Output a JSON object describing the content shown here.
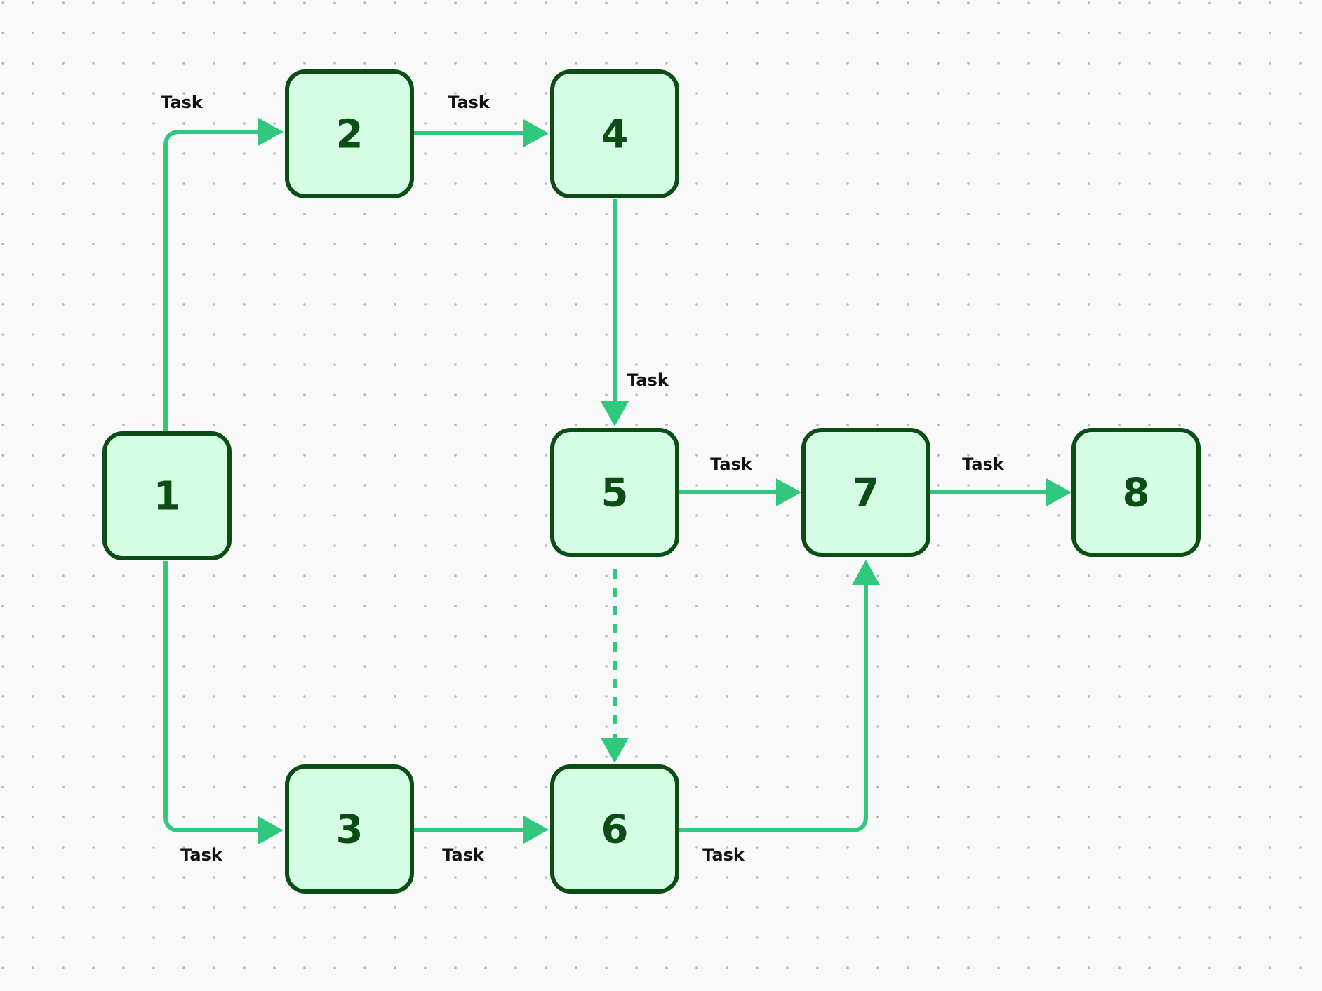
{
  "colors": {
    "background": "#f9f9f9",
    "grid_dot": "#b9b9b9",
    "node_fill": "#d4fde4",
    "node_border": "#0b4d14",
    "node_text": "#0b4d14",
    "edge": "#2fc87d",
    "label_text": "#111111"
  },
  "nodes": [
    {
      "id": "1",
      "label": "1"
    },
    {
      "id": "2",
      "label": "2"
    },
    {
      "id": "3",
      "label": "3"
    },
    {
      "id": "4",
      "label": "4"
    },
    {
      "id": "5",
      "label": "5"
    },
    {
      "id": "6",
      "label": "6"
    },
    {
      "id": "7",
      "label": "7"
    },
    {
      "id": "8",
      "label": "8"
    }
  ],
  "edges": [
    {
      "from": "1",
      "to": "2",
      "label": "Task",
      "style": "solid"
    },
    {
      "from": "1",
      "to": "3",
      "label": "Task",
      "style": "solid"
    },
    {
      "from": "2",
      "to": "4",
      "label": "Task",
      "style": "solid"
    },
    {
      "from": "4",
      "to": "5",
      "label": "Task",
      "style": "solid"
    },
    {
      "from": "3",
      "to": "6",
      "label": "Task",
      "style": "solid"
    },
    {
      "from": "5",
      "to": "7",
      "label": "Task",
      "style": "solid"
    },
    {
      "from": "5",
      "to": "6",
      "label": "",
      "style": "dashed"
    },
    {
      "from": "6",
      "to": "7",
      "label": "Task",
      "style": "solid"
    },
    {
      "from": "7",
      "to": "8",
      "label": "Task",
      "style": "solid"
    }
  ]
}
